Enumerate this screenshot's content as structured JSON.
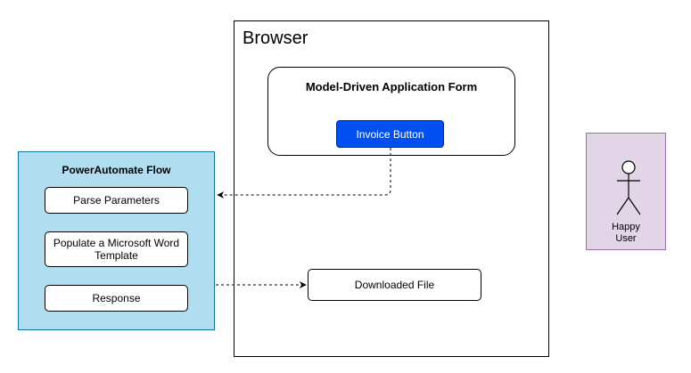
{
  "browser": {
    "title": "Browser"
  },
  "form": {
    "title": "Model-Driven Application Form",
    "button_label": "Invoice Button"
  },
  "download": {
    "label": "Downloaded File"
  },
  "flow": {
    "title": "PowerAutomate Flow",
    "steps": [
      {
        "label": "Parse Parameters"
      },
      {
        "label": "Populate a Microsoft Word Template"
      },
      {
        "label": "Response"
      }
    ]
  },
  "user": {
    "label_line1": "Happy",
    "label_line2": "User"
  }
}
